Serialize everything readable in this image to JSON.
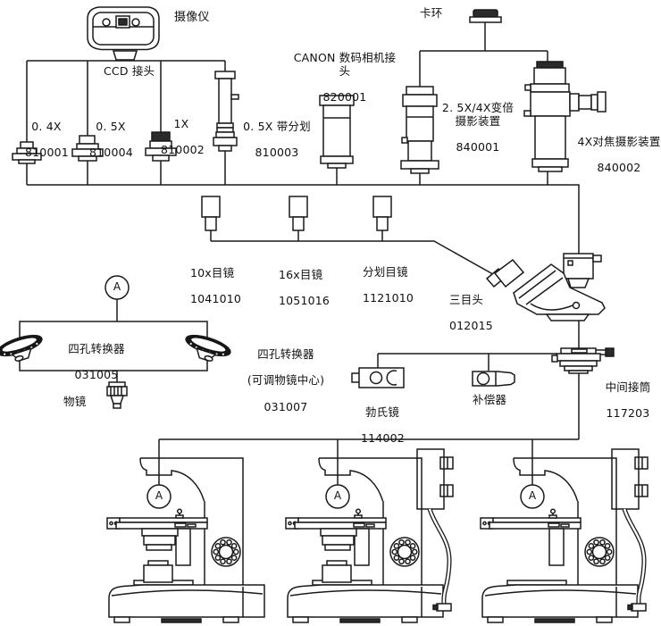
{
  "diagram": {
    "title_hint": "microscope accessory system diagram",
    "marker": "A",
    "camera_label": "摄像仪",
    "ccd_label": "CCD 接头",
    "snap_ring_label": "卡环",
    "adapters": [
      {
        "name": "0. 4X",
        "code": "810001"
      },
      {
        "name": "0. 5X",
        "code": "810004"
      },
      {
        "name": "1X",
        "code": "810002"
      },
      {
        "name": "0. 5X 带分划",
        "code": "810003"
      },
      {
        "name": "CANON 数码相机接头",
        "code": "820001"
      }
    ],
    "photo_devices": [
      {
        "name": "2. 5X/4X变倍\n摄影装置",
        "code": "840001"
      },
      {
        "name": "4X对焦摄影装置",
        "code": "840002"
      }
    ],
    "eyepieces": [
      {
        "name": "10x目镜",
        "code": "1041010"
      },
      {
        "name": "16x目镜",
        "code": "1051016"
      },
      {
        "name": "分划目镜",
        "code": "1121010"
      }
    ],
    "trinocular": {
      "name": "三目头",
      "code": "012015"
    },
    "nosepiece": {
      "name": "四孔转换器",
      "code": "031005"
    },
    "nosepiece_adjustable": {
      "name": "四孔转换器",
      "sub": "(可调物镜中心)",
      "code": "031007"
    },
    "objective_label": "物镜",
    "bertrand": {
      "name": "勃氏镜",
      "code": "114002"
    },
    "compensator_label": "补偿器",
    "intermediate": {
      "name": "中间接筒",
      "code": "117203"
    },
    "colors": {
      "line": "#1a1a1a",
      "fill": "#ffffff",
      "dark_fill": "#2a2a2a"
    }
  }
}
